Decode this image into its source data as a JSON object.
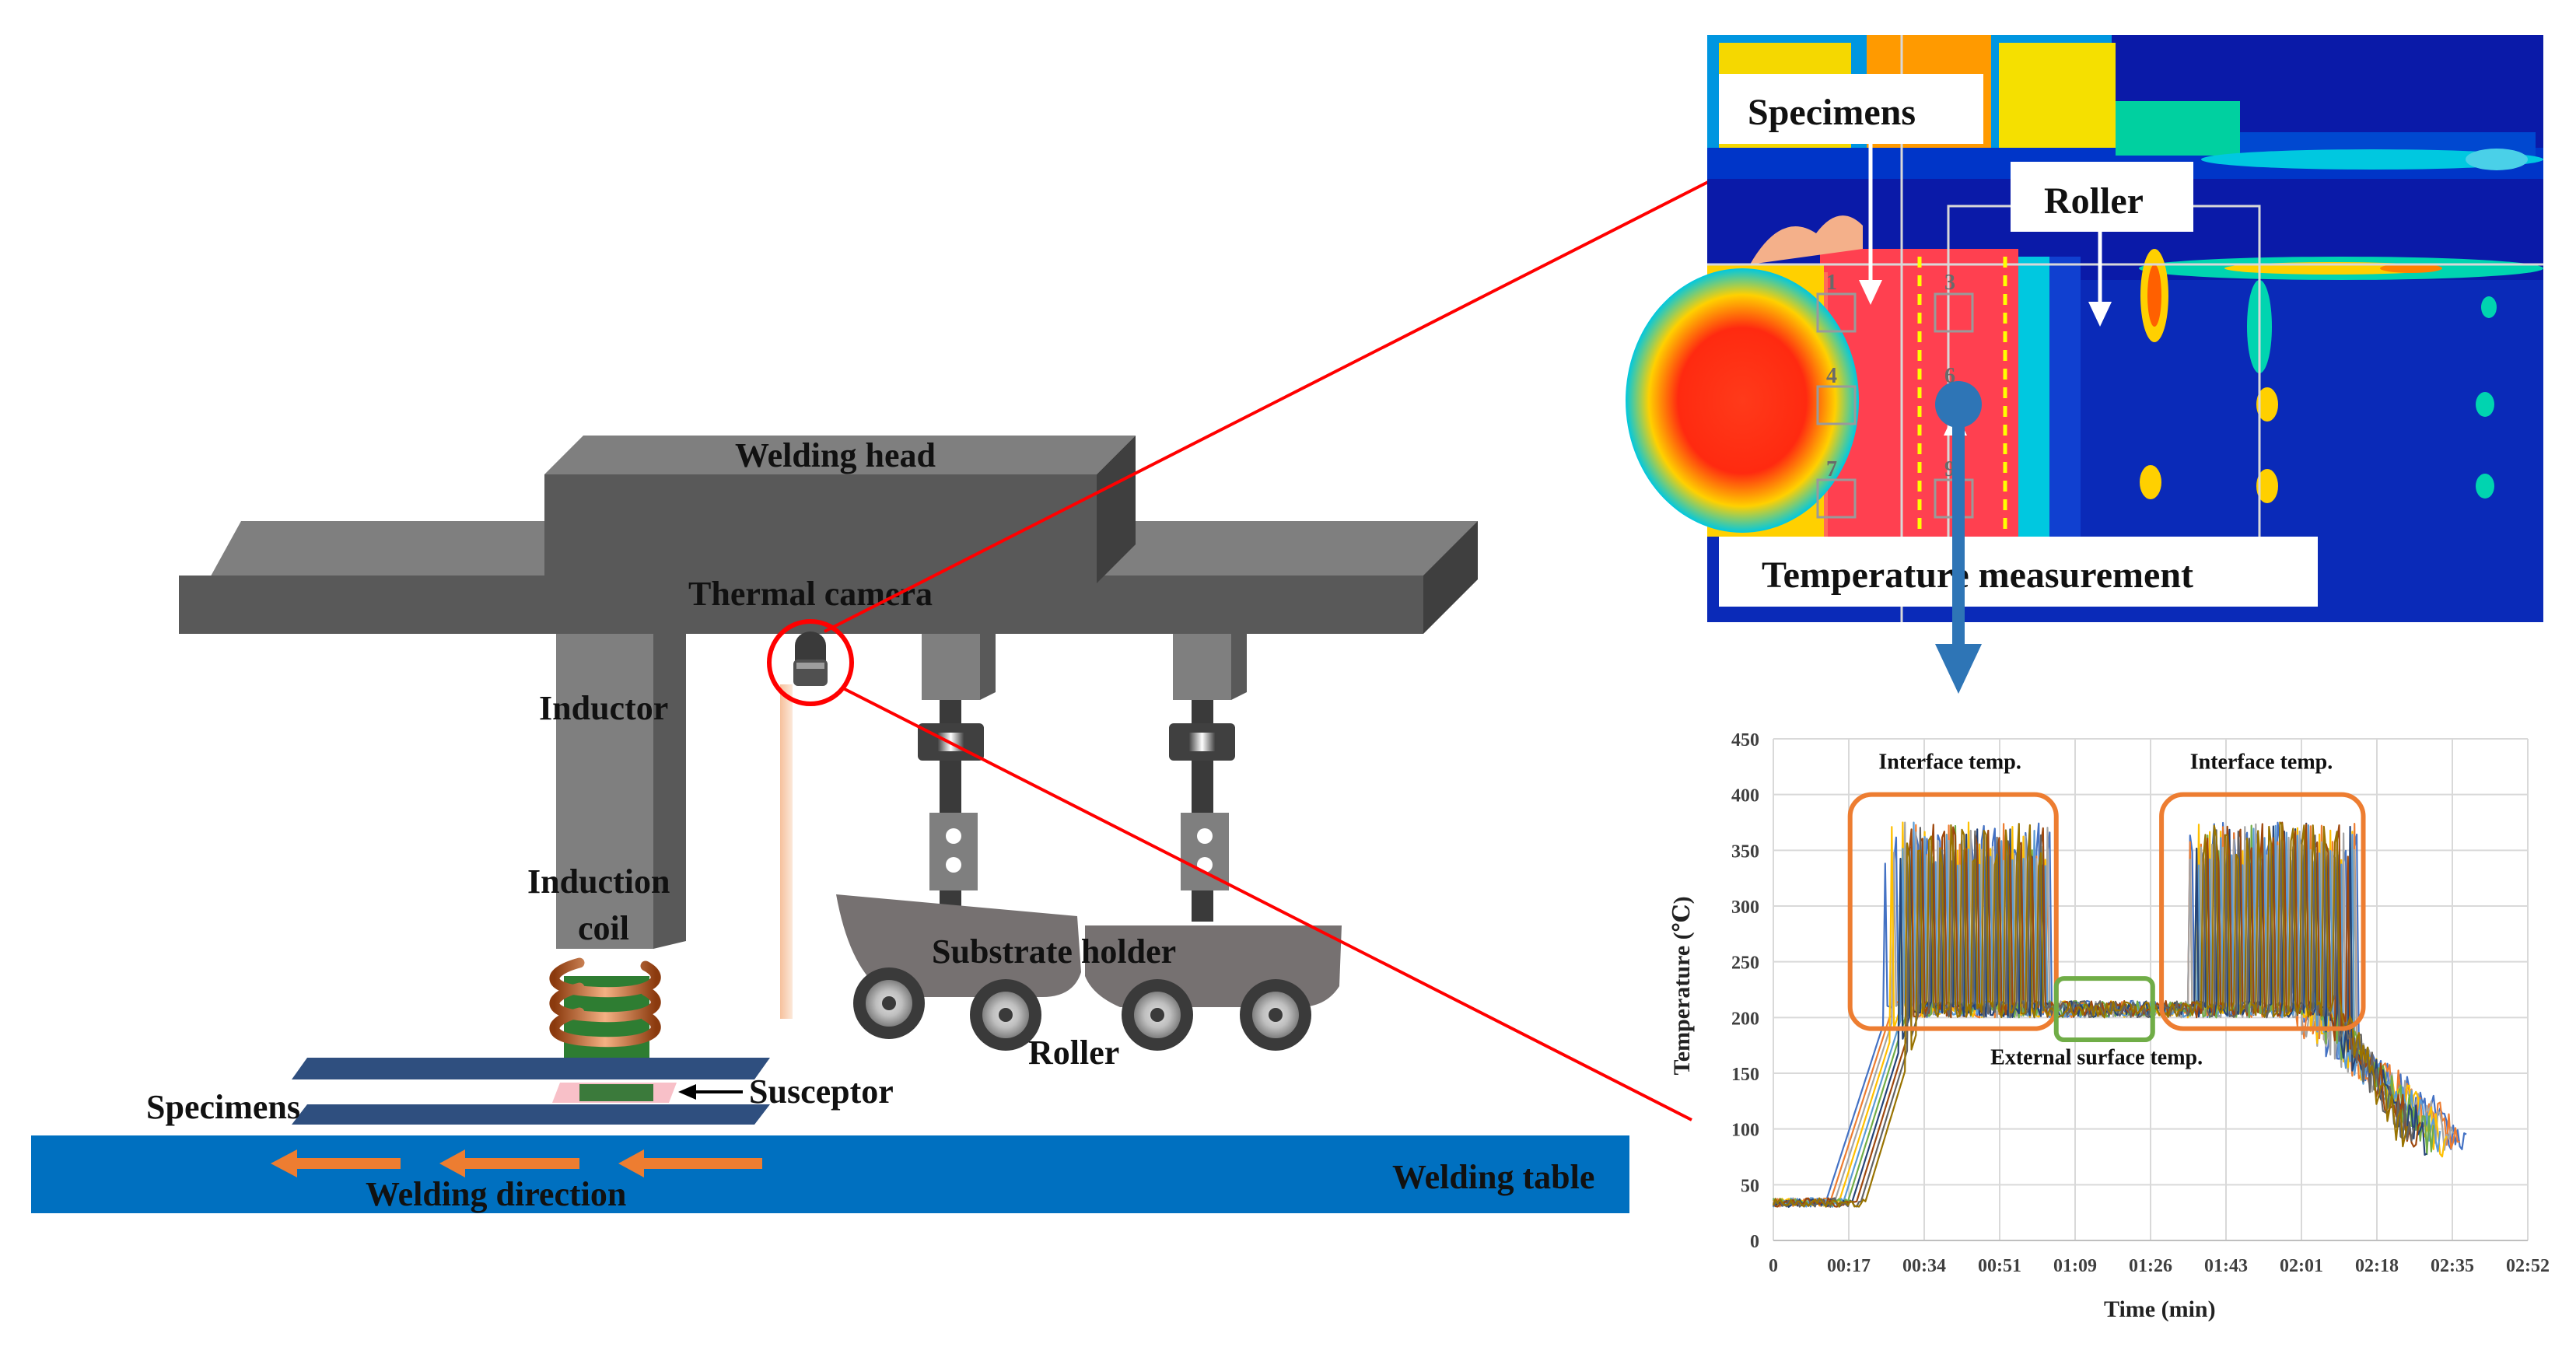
{
  "machine": {
    "welding_head": "Welding head",
    "thermal_camera": "Thermal camera",
    "inductor": "Inductor",
    "induction_coil_line1": "Induction",
    "induction_coil_line2": "coil",
    "substrate_holder": "Substrate holder",
    "roller": "Roller",
    "specimens": "Specimens",
    "susceptor": "Susceptor",
    "welding_direction": "Welding direction",
    "welding_table": "Welding table"
  },
  "thermal_image": {
    "specimens": "Specimens",
    "roller": "Roller",
    "temperature_measurement": "Temperature  measurement",
    "points": [
      "1",
      "3",
      "4",
      "6",
      "7",
      "9"
    ]
  },
  "chart_data": {
    "type": "line",
    "xlabel": "Time (min)",
    "ylabel": "Temperature (℃)",
    "x_ticks": [
      "0",
      "00:17",
      "00:34",
      "00:51",
      "01:09",
      "01:26",
      "01:43",
      "02:01",
      "02:18",
      "02:35",
      "02:52"
    ],
    "y_ticks": [
      0,
      50,
      100,
      150,
      200,
      250,
      300,
      350,
      400,
      450
    ],
    "ylim": [
      0,
      450
    ],
    "xlim_seconds": [
      0,
      172
    ],
    "grid": true,
    "annotations": {
      "interface_left": "Interface temp.",
      "interface_right": "Interface temp.",
      "external": "External surface temp."
    },
    "series_colors": [
      "#4472c4",
      "#ed7d31",
      "#a5a5a5",
      "#ffc000",
      "#5b9bd5",
      "#70ad47",
      "#264478",
      "#9e480e",
      "#636363",
      "#997300"
    ],
    "baseline_start": 35,
    "plateau": 205,
    "interface_peak": 395,
    "first_peak_window_s": [
      25,
      64
    ],
    "second_peak_window_s": [
      93,
      134
    ],
    "ramp_window_s": [
      12,
      26
    ],
    "cooldown_window_s": [
      118,
      158
    ]
  },
  "colors": {
    "welding_table": "#0070c0",
    "machine_gray": "#595959",
    "arrow_orange": "#ed7d31",
    "connector_red": "#ff0000",
    "marker_blue": "#2e75b6",
    "box_orange": "#ed7d31",
    "box_green": "#70ad47"
  }
}
